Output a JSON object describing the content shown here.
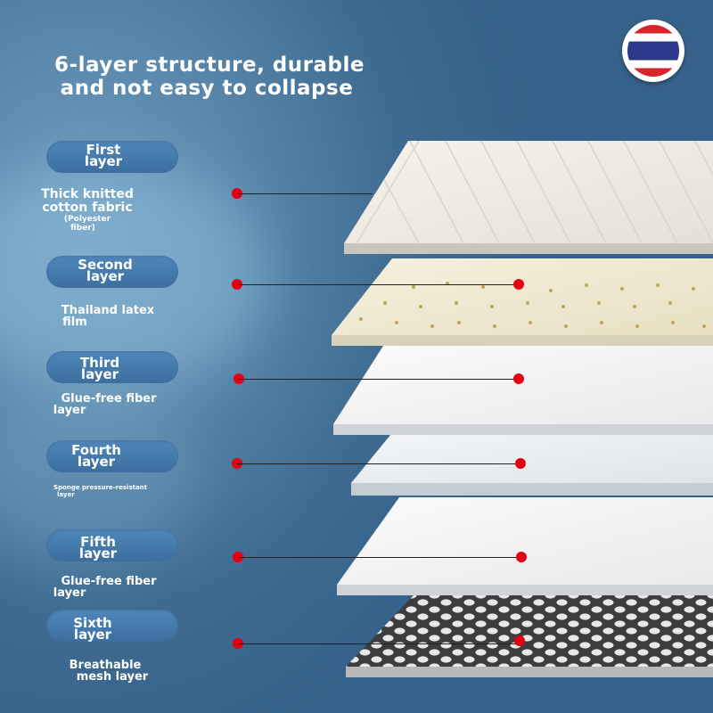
{
  "title": {
    "line1": "6-layer structure, durable",
    "line2": "and not easy to collapse"
  },
  "layers": [
    {
      "label": [
        "First",
        "layer"
      ],
      "description": [
        "Thick knitted",
        "cotton fabric",
        "(Polyester",
        "fiber)"
      ]
    },
    {
      "label": [
        "Second",
        "layer"
      ],
      "description": [
        "Thailand latex",
        "film"
      ]
    },
    {
      "label": [
        "Third",
        "layer"
      ],
      "description": [
        "Glue-free fiber",
        "layer"
      ]
    },
    {
      "label": [
        "Fourth",
        "layer"
      ],
      "description": [
        "Sponge pressure-resistant",
        "layer"
      ]
    },
    {
      "label": [
        "Fifth",
        "layer"
      ],
      "description": [
        "Glue-free fiber",
        "layer"
      ]
    },
    {
      "label": [
        "Sixth",
        "layer"
      ],
      "description": [
        "Breathable",
        "mesh layer"
      ]
    }
  ],
  "badge": {
    "icon": "thailand-flag-icon"
  },
  "colors": {
    "background": "#3f6b91",
    "pill": "#4a7fb0",
    "marker": "#e30010",
    "text": "#ffffff"
  }
}
